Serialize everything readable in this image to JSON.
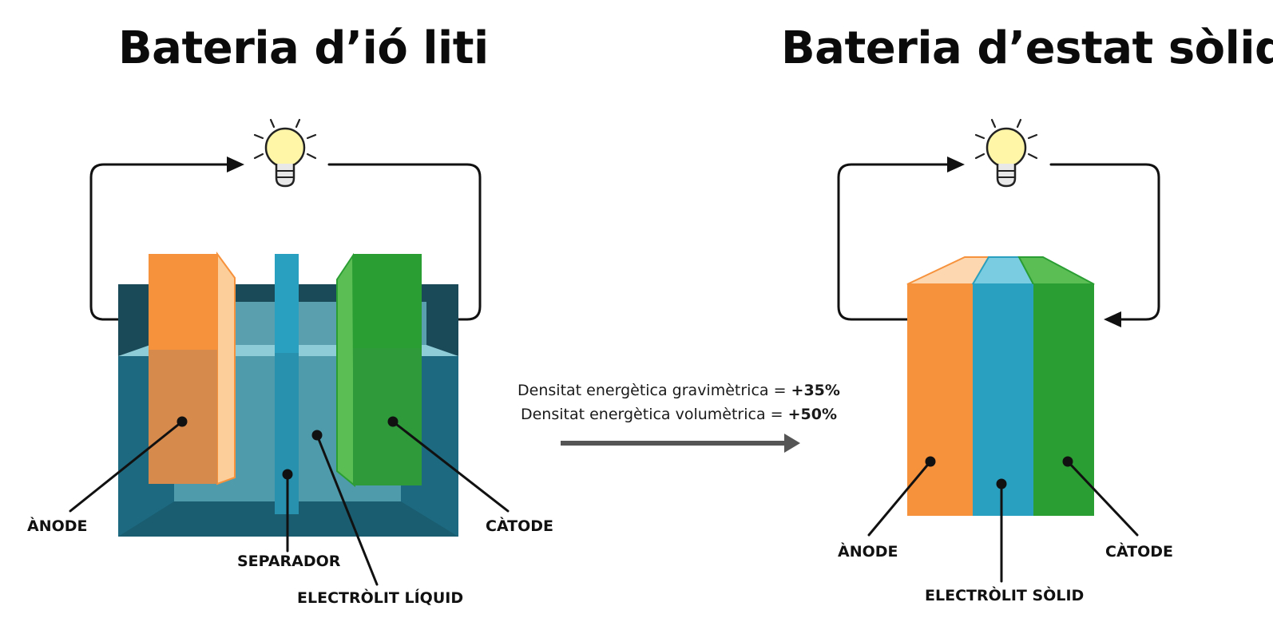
{
  "titles": {
    "left": "Bateria d’ió liti",
    "right": "Bateria d’estat sòlid"
  },
  "left_battery": {
    "anode_label": "ÀNODE",
    "separator_label": "SEPARADOR",
    "electrolyte_label": "ELECTRÒLIT LÍQUID",
    "cathode_label": "CÀTODE"
  },
  "right_battery": {
    "anode_label": "ÀNODE",
    "electrolyte_label": "ELECTRÒLIT SÒLID",
    "cathode_label": "CÀTODE"
  },
  "comparison": {
    "gravimetric_text": "Densitat energètica gravimètrica = ",
    "gravimetric_value": "+35%",
    "volumetric_text": "Densitat energètica volumètrica = ",
    "volumetric_value": "+50%"
  },
  "colors": {
    "anode": "#F7923C",
    "separator": "#2AA0C0",
    "cathode": "#2B9E33",
    "container": "#1B6478",
    "electrolyte": "#4F9BAB",
    "bulb": "#FFF6A8",
    "arrow": "#555555"
  },
  "icons": [
    "light-bulb-icon",
    "light-bulb-icon",
    "arrow-right-icon"
  ]
}
